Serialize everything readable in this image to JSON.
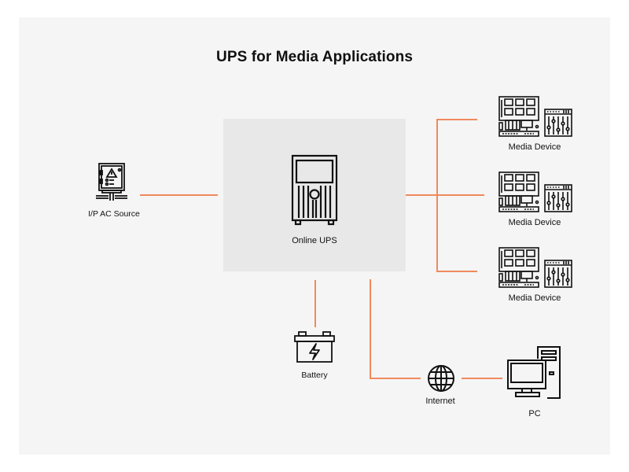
{
  "title": "UPS for Media Applications",
  "colors": {
    "connector": "#f08a5d",
    "panel_background": "#f5f5f5",
    "ups_box_background": "#e8e8e8",
    "icon_stroke": "#111111"
  },
  "nodes": {
    "ac_source": {
      "label": "I/P AC Source",
      "icon": "electrical-panel-warning-icon"
    },
    "ups": {
      "label": "Online UPS",
      "icon": "ups-tower-icon"
    },
    "media_devices": [
      {
        "label": "Media Device",
        "icon": "media-device-icon"
      },
      {
        "label": "Media Device",
        "icon": "media-device-icon"
      },
      {
        "label": "Media Device",
        "icon": "media-device-icon"
      }
    ],
    "battery": {
      "label": "Battery",
      "icon": "battery-bolt-icon"
    },
    "internet": {
      "label": "Internet",
      "icon": "globe-icon"
    },
    "pc": {
      "label": "PC",
      "icon": "desktop-pc-icon"
    }
  },
  "edges": [
    {
      "from": "I/P AC Source",
      "to": "Online UPS"
    },
    {
      "from": "Online UPS",
      "to": "Media Device 1"
    },
    {
      "from": "Online UPS",
      "to": "Media Device 2"
    },
    {
      "from": "Online UPS",
      "to": "Media Device 3"
    },
    {
      "from": "Online UPS",
      "to": "Battery"
    },
    {
      "from": "Online UPS",
      "to": "Internet"
    },
    {
      "from": "Internet",
      "to": "PC"
    }
  ]
}
